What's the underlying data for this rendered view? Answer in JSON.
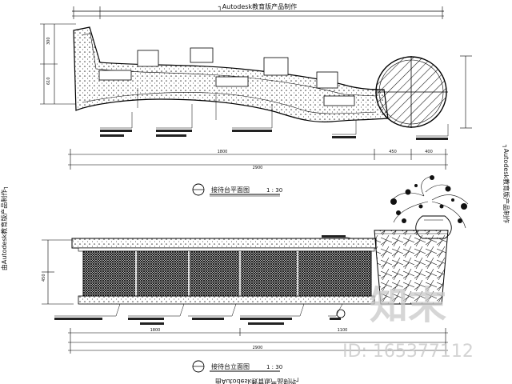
{
  "drawing": {
    "top_banner": "┐Autodesk教育版产品制作",
    "bottom_banner": "由Autodesk教育版产品制作┐",
    "left_banner": "由Autodesk教育版产品制作┐",
    "right_banner": "┐Autodesk教育版产品制作"
  },
  "plan_view": {
    "title": "接待台平面图",
    "scale": "1 : 30",
    "total_dim": "2900",
    "sub_dims": [
      "1800",
      "450",
      "400"
    ],
    "left_dims": [
      "300",
      "610"
    ]
  },
  "elevation_view": {
    "title": "接待台立面图",
    "scale": "1 : 30",
    "total_dim": "2900",
    "sub_dims": [
      "1800",
      "1100"
    ],
    "left_dim": "450"
  },
  "watermark": {
    "logo_text": "知末",
    "id_text": "ID: 165377112"
  }
}
